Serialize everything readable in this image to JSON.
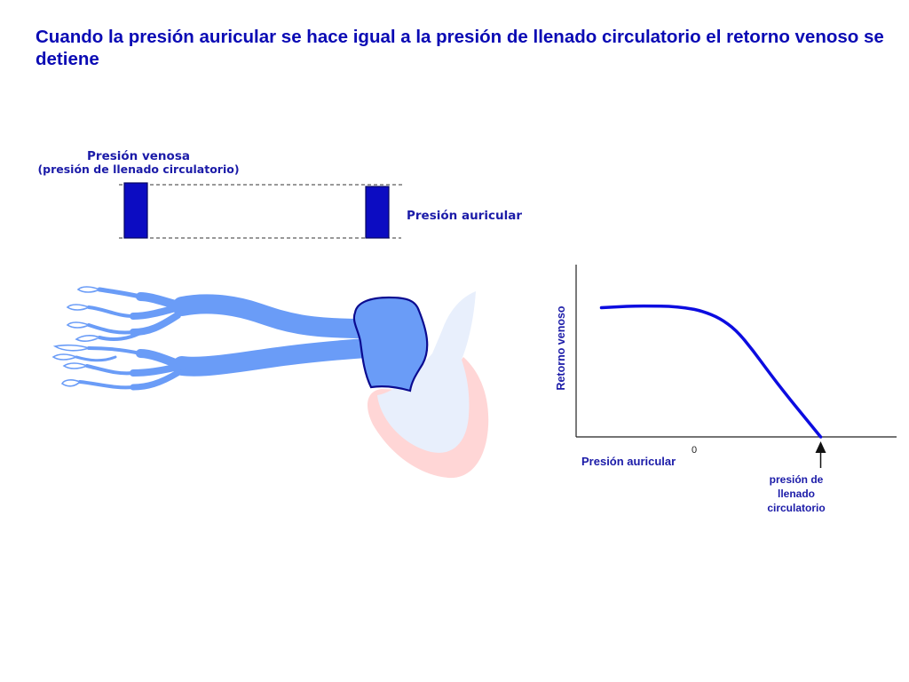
{
  "slide": {
    "title": "Cuando la presión auricular se hace igual a la presión de llenado circulatorio el retorno venoso se detiene"
  },
  "pressure_diagram": {
    "venous_label": "Presión venosa",
    "venous_sublabel": "(presión de llenado circulatorio)",
    "atrial_label": "Presión auricular"
  },
  "colors": {
    "title": "#0a0ab4",
    "label": "#1b1ba8",
    "pressure_bar": "#0c0cc2",
    "vessels": "#6a9cf7",
    "atrium_outline": "#0b0b90",
    "heart_outer": "#ffd6d6",
    "heart_inner": "#e8effc",
    "curve": "#0c0ce0"
  },
  "chart_data": {
    "type": "line",
    "xlabel": "Presión auricular",
    "ylabel": "Retorno venoso",
    "x_ticks": [
      "0"
    ],
    "annotation": {
      "lines": [
        "presión de",
        "llenado",
        "circulatorio"
      ]
    },
    "series": [
      {
        "x": [
          -5.5,
          -4.5,
          -3.5,
          -2.5,
          -1.5,
          -0.5,
          0.5,
          1.5,
          2.5,
          3.5,
          4.4,
          5.5,
          6.5,
          7.5
        ],
        "values": [
          0.75,
          0.755,
          0.76,
          0.76,
          0.758,
          0.75,
          0.73,
          0.69,
          0.62,
          0.5,
          0.38,
          0.24,
          0.12,
          0.0
        ]
      }
    ],
    "xlim": [
      -7,
      12
    ],
    "ylim": [
      0,
      1
    ]
  }
}
